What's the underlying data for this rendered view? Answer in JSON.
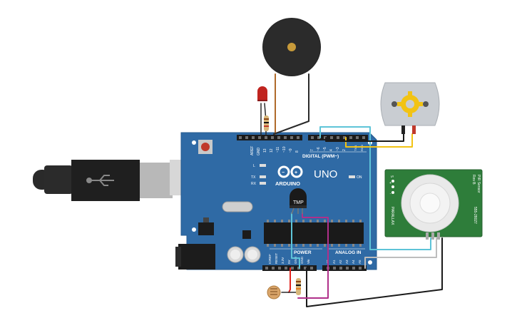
{
  "board": {
    "brand": "ARDUINO",
    "model": "UNO",
    "digital_label": "DIGITAL (PWM~)",
    "power_label": "POWER",
    "analog_label": "ANALOG IN",
    "on_label": "ON",
    "led_l": "L",
    "led_tx": "TX",
    "led_rx": "RX",
    "aref": "AREF",
    "gnd": "GND",
    "digital_pins": [
      "13",
      "12",
      "~11",
      "~10",
      "~9",
      "8",
      "7",
      "~6",
      "~5",
      "4",
      "~3",
      "2",
      "TX 1",
      "RX 0"
    ],
    "power_pins": [
      "IOREF",
      "RESET",
      "3.3V",
      "5V",
      "GND",
      "GND",
      "Vin"
    ],
    "analog_pins": [
      "A0",
      "A1",
      "A2",
      "A3",
      "A4",
      "A5"
    ]
  },
  "tmp_sensor": {
    "label": "TMP"
  },
  "pir": {
    "title": "PIR Sensor",
    "rev": "Rev B",
    "part": "555-28027",
    "brand": "PARALLAX",
    "pins": [
      "S",
      "+",
      "-"
    ]
  },
  "colors": {
    "board": "#2f6aa5",
    "wire_yellow": "#f2c314",
    "wire_cyan": "#5ec4d8",
    "wire_red": "#e2241f",
    "wire_purple": "#b0308a",
    "wire_black": "#1a1a1a",
    "pir_green": "#2e7d3a"
  },
  "icons": {
    "usb": "usb-icon",
    "buzzer": "buzzer-icon",
    "motor": "motor-icon",
    "led": "led-icon",
    "resistor": "resistor-icon",
    "photoresistor": "photoresistor-icon"
  }
}
